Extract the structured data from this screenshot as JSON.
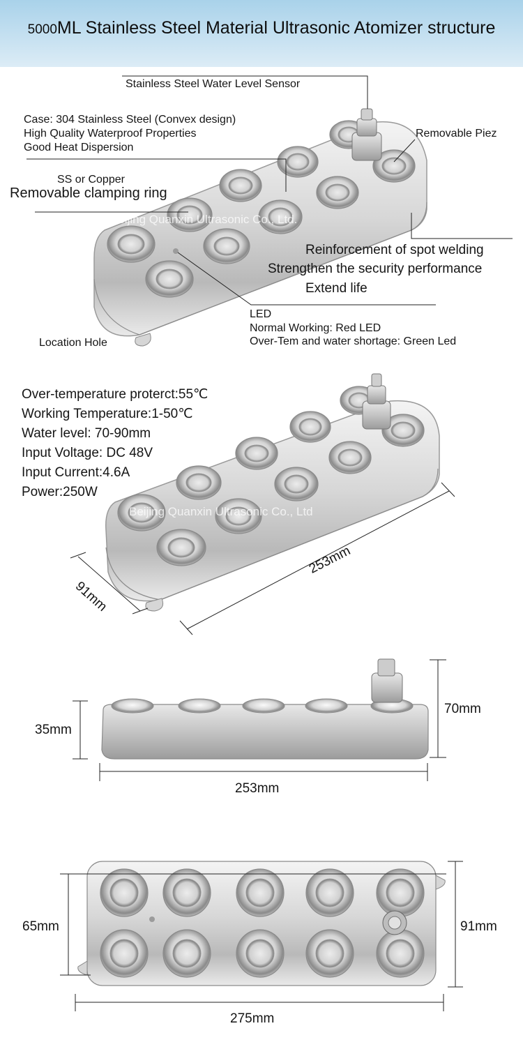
{
  "header": {
    "title_prefix": "5000",
    "title_main": "ML Stainless Steel Material Ultrasonic Atomizer structure"
  },
  "callouts": {
    "water_level_sensor": "Stainless Steel Water Level Sensor",
    "case_line1": "Case: 304 Stainless Steel (Convex design)",
    "case_line2": "High Quality Waterproof Properties",
    "case_line3": "Good Heat Dispersion",
    "removable_piez": "Removable Piez",
    "ss_copper": "SS or Copper",
    "clamping_ring": "Removable clamping ring",
    "welding_line1": "Reinforcement of spot welding",
    "welding_line2": "Strengthen the security performance",
    "welding_line3": "Extend life",
    "led": "LED",
    "led_normal": "Normal Working: Red LED",
    "led_shortage": "Over-Tem and water shortage: Green Led",
    "location_hole": "Location Hole"
  },
  "watermark": {
    "top": "Beijing Quanxin Ultrasonic Co., Ltd.",
    "middle": "Beijing Quanxin Ultrasonic Co., Ltd"
  },
  "specs": [
    "Over-temperature proterct:55℃",
    "Working Temperature:1-50℃",
    "Water level:   70-90mm",
    "Input Voltage: DC 48V",
    "Input Current:4.6A",
    "Power:250W"
  ],
  "dimensions": {
    "iso_depth": "91mm",
    "iso_length": "253mm",
    "side_height_body": "35mm",
    "side_height_total": "70mm",
    "side_length": "253mm",
    "top_inner_width": "65mm",
    "top_width": "91mm",
    "top_length": "275mm"
  }
}
